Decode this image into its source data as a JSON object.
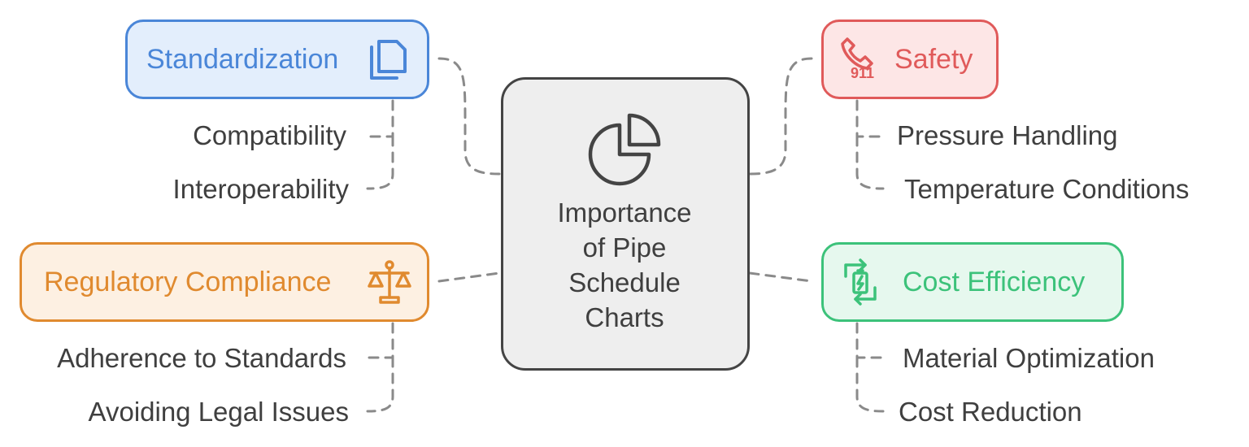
{
  "colors": {
    "blue": "#4a86d8",
    "blue_fill": "#e3eefc",
    "red": "#e05a5a",
    "red_fill": "#fde6e6",
    "orange": "#e08a2f",
    "orange_fill": "#fdf0e2",
    "green": "#3cc27a",
    "green_fill": "#e6f8ee",
    "center_stroke": "#444444",
    "center_fill": "#eeeeee",
    "connector": "#8a8a8a",
    "text": "#3f3f3f"
  },
  "center": {
    "title_lines": [
      "Importance",
      "of Pipe",
      "Schedule",
      "Charts"
    ],
    "icon": "pie-chart-icon"
  },
  "branches": {
    "standardization": {
      "label": "Standardization",
      "icon": "document-copy-icon",
      "items": [
        "Compatibility",
        "Interoperability"
      ]
    },
    "safety": {
      "label": "Safety",
      "icon": "emergency-call-911-icon",
      "items": [
        "Pressure Handling",
        "Temperature Conditions"
      ]
    },
    "regulatory": {
      "label": "Regulatory Compliance",
      "icon": "scales-icon",
      "items": [
        "Adherence to Standards",
        "Avoiding Legal Issues"
      ]
    },
    "cost": {
      "label": "Cost Efficiency",
      "icon": "battery-recycle-icon",
      "items": [
        "Material Optimization",
        "Cost Reduction"
      ]
    }
  }
}
